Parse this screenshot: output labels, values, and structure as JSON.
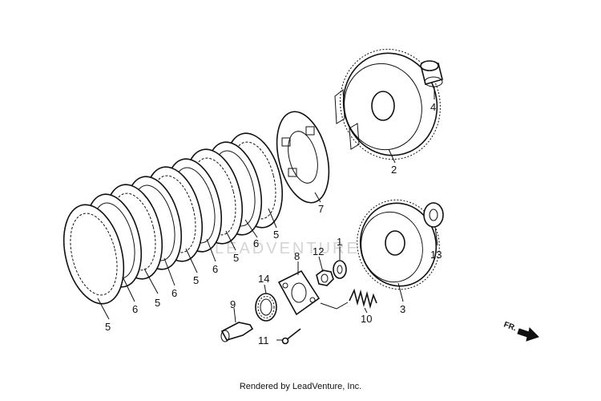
{
  "diagram": {
    "watermark": "LEADVENTURE",
    "footer": "Rendered by LeadVenture, Inc.",
    "direction_label": "FR.",
    "callouts": {
      "c1": "1",
      "c2": "2",
      "c3": "3",
      "c4": "4",
      "c5a": "5",
      "c5b": "5",
      "c5c": "5",
      "c5d": "5",
      "c5e": "5",
      "c6a": "6",
      "c6b": "6",
      "c6c": "6",
      "c6d": "6",
      "c7": "7",
      "c8": "8",
      "c9": "9",
      "c10": "10",
      "c11": "11",
      "c12": "12",
      "c13": "13",
      "c14": "14"
    }
  }
}
